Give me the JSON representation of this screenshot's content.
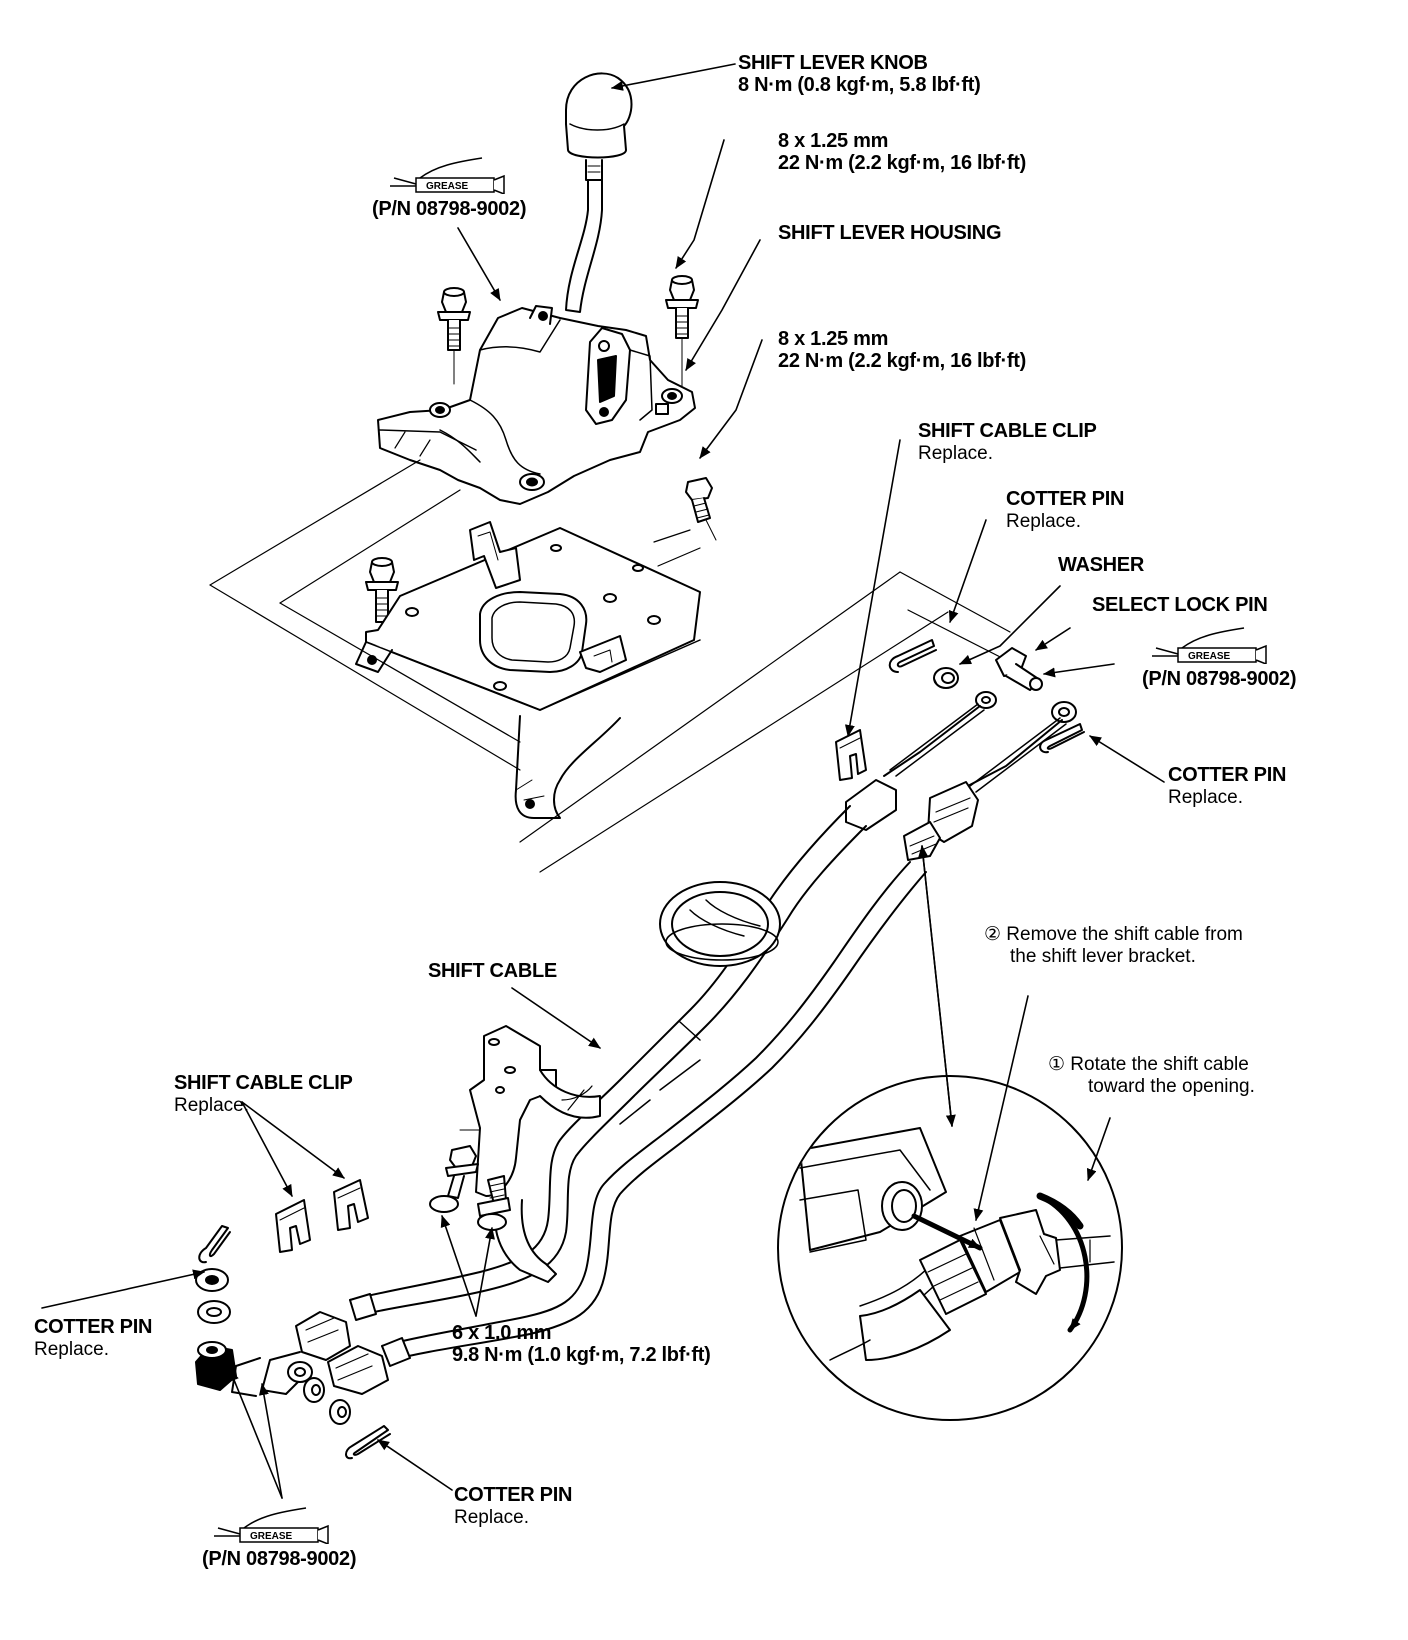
{
  "labels": {
    "knob_title": "SHIFT LEVER KNOB",
    "knob_torque": "8 N·m (0.8 kgf·m, 5.8 lbf·ft)",
    "bolt_top_size": "8 x 1.25 mm",
    "bolt_top_torque": "22 N·m (2.2 kgf·m, 16 lbf·ft)",
    "housing": "SHIFT LEVER HOUSING",
    "bolt_mid_size": "8 x 1.25 mm",
    "bolt_mid_torque": "22 N·m (2.2 kgf·m, 16 lbf·ft)",
    "clip_top_title": "SHIFT CABLE CLIP",
    "clip_top_note": "Replace.",
    "cotter_top_title": "COTTER PIN",
    "cotter_top_note": "Replace.",
    "washer": "WASHER",
    "select_lock_pin": "SELECT LOCK PIN",
    "pn_right": "(P/N 08798-9002)",
    "pn_top_left": "(P/N 08798-9002)",
    "pn_bottom": "(P/N 08798-9002)",
    "cotter_right_title": "COTTER PIN",
    "cotter_right_note": "Replace.",
    "step2_line1": "② Remove the shift cable from",
    "step2_line2": "the shift lever bracket.",
    "shift_cable": "SHIFT CABLE",
    "step1_line1": "① Rotate the shift cable",
    "step1_line2": "toward the opening.",
    "clip_bottom_title": "SHIFT CABLE CLIP",
    "clip_bottom_note": "Replace.",
    "cotter_left_title": "COTTER PIN",
    "cotter_left_note": "Replace.",
    "bolt_bottom_size": "6 x 1.0 mm",
    "bolt_bottom_torque": "9.8 N·m (1.0 kgf·m, 7.2 lbf·ft)",
    "cotter_bottom_title": "COTTER PIN",
    "cotter_bottom_note": "Replace.",
    "grease_tag": "GREASE"
  }
}
